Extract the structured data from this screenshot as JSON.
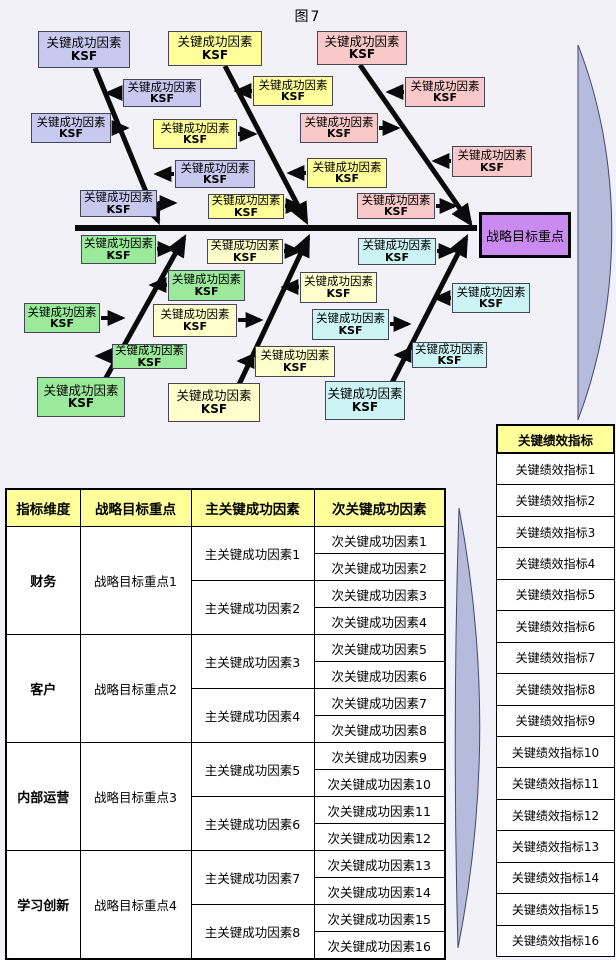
{
  "title": "图7",
  "fishbone": {
    "ksf_line1": "关键成功因素",
    "ksf_line2": "KSF",
    "goal_label": "战略目标重点"
  },
  "kpi_panel": {
    "header": "关键绩效指标",
    "items": [
      "关键绩效指标1",
      "关键绩效指标2",
      "关键绩效指标3",
      "关键绩效指标4",
      "关键绩效指标5",
      "关键绩效指标6",
      "关键绩效指标7",
      "关键绩效指标8",
      "关键绩效指标9",
      "关键绩效指标10",
      "关键绩效指标11",
      "关键绩效指标12",
      "关键绩效指标13",
      "关键绩效指标14",
      "关键绩效指标15",
      "关键绩效指标16"
    ]
  },
  "table": {
    "headers": [
      "指标维度",
      "战略目标重点",
      "主关键成功因素",
      "次关键成功因素"
    ],
    "groups": [
      {
        "dimension": "财务",
        "goal": "战略目标重点1",
        "mains": [
          {
            "label": "主关键成功因素1",
            "subs": [
              "次关键成功因素1",
              "次关键成功因素2"
            ]
          },
          {
            "label": "主关键成功因素2",
            "subs": [
              "次关键成功因素3",
              "次关键成功因素4"
            ]
          }
        ]
      },
      {
        "dimension": "客户",
        "goal": "战略目标重点2",
        "mains": [
          {
            "label": "主关键成功因素3",
            "subs": [
              "次关键成功因素5",
              "次关键成功因素6"
            ]
          },
          {
            "label": "主关键成功因素4",
            "subs": [
              "次关键成功因素7",
              "次关键成功因素8"
            ]
          }
        ]
      },
      {
        "dimension": "内部运营",
        "goal": "战略目标重点3",
        "mains": [
          {
            "label": "主关键成功因素5",
            "subs": [
              "次关键成功因素9",
              "次关键成功因素10"
            ]
          },
          {
            "label": "主关键成功因素6",
            "subs": [
              "次关键成功因素11",
              "次关键成功因素12"
            ]
          }
        ]
      },
      {
        "dimension": "学习创新",
        "goal": "战略目标重点4",
        "mains": [
          {
            "label": "主关键成功因素7",
            "subs": [
              "次关键成功因素13",
              "次关键成功因素14"
            ]
          },
          {
            "label": "主关键成功因素8",
            "subs": [
              "次关键成功因素15",
              "次关键成功因素16"
            ]
          }
        ]
      }
    ]
  },
  "colors": {
    "bg": "#f1f1f7",
    "lav": "#c9c9f0",
    "yel": "#ffff99",
    "pnk": "#f9c8c8",
    "grn": "#9bea9b",
    "crm": "#ffffcc",
    "cyn": "#ccf4f4",
    "pur": "#c98bf0",
    "hdr": "#ffff99",
    "lens": "#b6badb",
    "line": "#0a0a0a"
  }
}
